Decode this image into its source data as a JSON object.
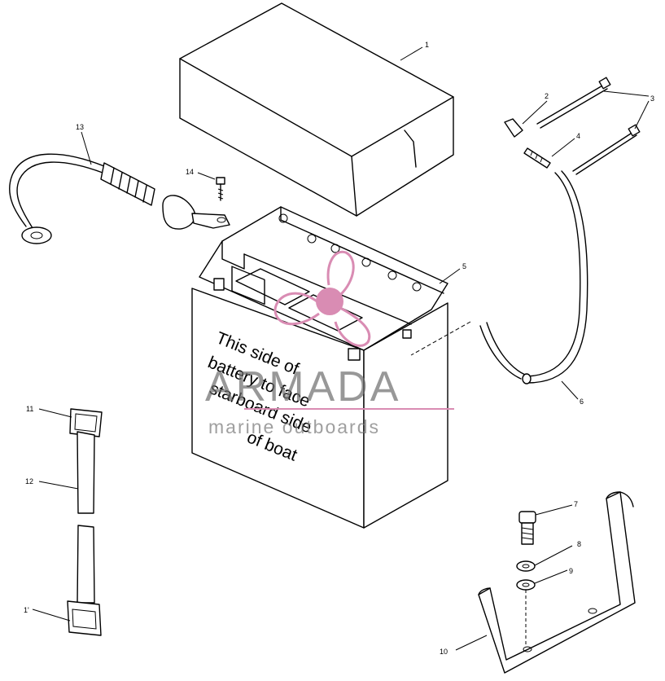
{
  "diagram": {
    "callouts": {
      "c1": "1",
      "c2": "2",
      "c3": "3",
      "c4": "4",
      "c5": "5",
      "c6": "6",
      "c7": "7",
      "c8": "8",
      "c9": "9",
      "c10": "10",
      "c11a": "11",
      "c11b": "1'",
      "c12": "12",
      "c13": "13",
      "c14": "14"
    },
    "battery_label": {
      "line1": "This side of",
      "line2": "battery to face",
      "line3": "starboard side",
      "line4": "of boat"
    }
  },
  "watermark": {
    "brand": "ARMADA",
    "tagline": "marine outboards",
    "color": "#d98cb3"
  }
}
